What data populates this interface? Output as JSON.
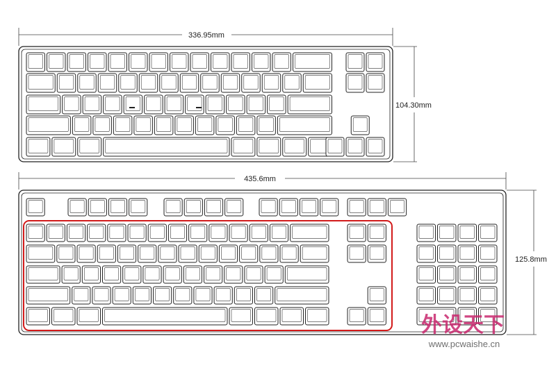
{
  "diagram": {
    "tkl": {
      "width_label": "336.95mm",
      "height_label": "104.30mm"
    },
    "full": {
      "width_label": "435.6mm",
      "height_label": "125.8mm"
    }
  },
  "watermark": {
    "logo_text": "外设天下",
    "url": "www.pcwaishe.cn"
  },
  "colors": {
    "line": "#222222",
    "keycap_inner": "#555555",
    "highlight": "#d21a1a",
    "watermark_primary": "#c8286e",
    "watermark_secondary": "#b9b9b9"
  }
}
